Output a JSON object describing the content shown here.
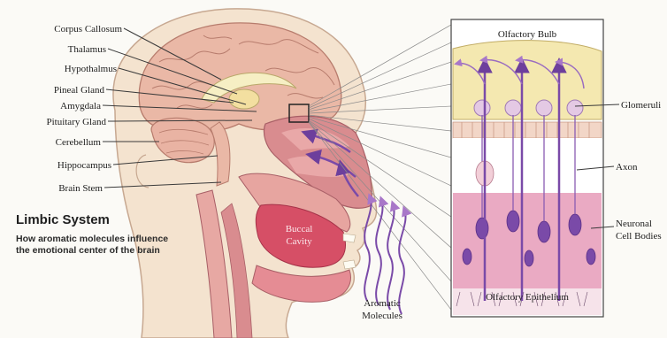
{
  "diagram": {
    "left_labels": [
      {
        "id": "corpus",
        "text": "Corpus Callosum"
      },
      {
        "id": "thalamus",
        "text": "Thalamus"
      },
      {
        "id": "hypothalmus",
        "text": "Hypothalmus"
      },
      {
        "id": "pineal",
        "text": "Pineal Gland"
      },
      {
        "id": "amygdala",
        "text": "Amygdala"
      },
      {
        "id": "pituitary",
        "text": "Pituitary Gland"
      },
      {
        "id": "cerebellum",
        "text": "Cerebellum"
      },
      {
        "id": "hippocampus",
        "text": "Hippocampus"
      },
      {
        "id": "brainstem",
        "text": "Brain Stem"
      }
    ],
    "inset_labels": {
      "olfactory_bulb": "Olfactory Bulb",
      "glomeruli": "Glomeruli",
      "axon": "Axon",
      "neuronal_line1": "Neuronal",
      "neuronal_line2": "Cell Bodies",
      "olfactory_epithelium": "Olfactory Epithelium"
    },
    "buccal": {
      "line1": "Buccal",
      "line2": "Cavity"
    },
    "aromatic": {
      "line1": "Aromatic",
      "line2": "Molecules"
    },
    "caption": {
      "title": "Limbic System",
      "subtitle": "How aromatic molecules influence the emotional center of the brain"
    },
    "colors": {
      "skin": "#f4e3cf",
      "brain": "#eab8a6",
      "tissue": "#d98c8f",
      "buccal": "#d64f66",
      "bulb": "#f4e8b0",
      "mucosa": "#eaaac3",
      "arrow": "#7a4aa8"
    }
  }
}
